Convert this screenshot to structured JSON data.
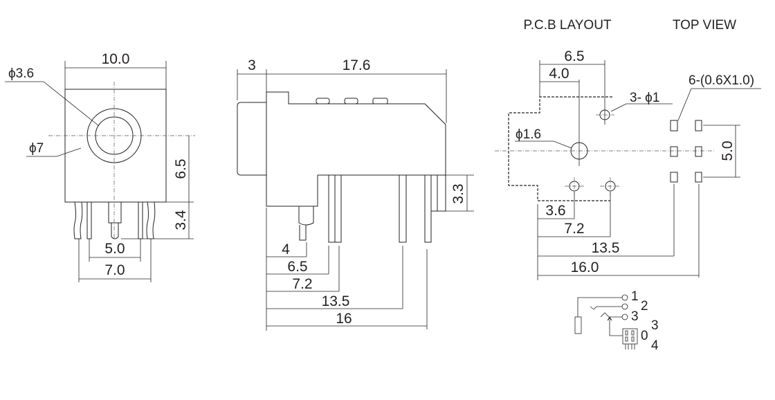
{
  "front_view": {
    "width": "10.0",
    "inner_diameter": "ϕ3.6",
    "outer_diameter": "ϕ7",
    "center_height": "6.5",
    "pin_length": "3.4",
    "pin_spacing_inner": "5.0",
    "pin_spacing_outer": "7.0"
  },
  "side_view": {
    "nose_length": "3",
    "body_length": "17.6",
    "pin_height": "3.3",
    "pos_1": "4",
    "pos_2": "6.5",
    "pos_3": "7.2",
    "pos_4": "13.5",
    "pos_5": "16"
  },
  "pcb_layout": {
    "title": "P.C.B LAYOUT",
    "view": "TOP VIEW",
    "dim_top_1": "6.5",
    "dim_top_2": "4.0",
    "holes": "3- ϕ1",
    "pads": "6-(0.6X1.0)",
    "main_hole": "ϕ1.6",
    "pad_span": "5.0",
    "dim_b1": "3.6",
    "dim_b2": "7.2",
    "dim_b3": "13.5",
    "dim_b4": "16.0"
  },
  "schematic": {
    "pins": [
      "1",
      "2",
      "3",
      "3",
      "0",
      "4"
    ]
  }
}
